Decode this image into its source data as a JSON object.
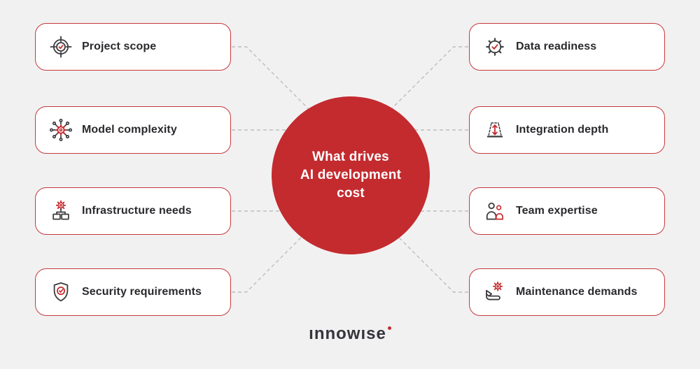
{
  "center": {
    "title": "What drives AI development cost",
    "line1": "What drives",
    "line2": "AI development",
    "line3": "cost"
  },
  "factors": {
    "left": [
      {
        "label": "Project scope",
        "icon": "target-scope-icon"
      },
      {
        "label": "Model complexity",
        "icon": "neural-network-gear-icon"
      },
      {
        "label": "Infrastructure needs",
        "icon": "gear-servers-icon"
      },
      {
        "label": "Security requirements",
        "icon": "shield-check-icon"
      }
    ],
    "right": [
      {
        "label": "Data readiness",
        "icon": "gear-check-icon"
      },
      {
        "label": "Integration depth",
        "icon": "depth-arrow-trapezoid-icon"
      },
      {
        "label": "Team expertise",
        "icon": "team-people-icon"
      },
      {
        "label": "Maintenance demands",
        "icon": "hand-gear-icon"
      }
    ]
  },
  "logo": {
    "text": "innowise",
    "display": "ınnowıse"
  },
  "colors": {
    "accent_red": "#c32b2f",
    "card_border": "#c5393c",
    "bg": "#f2f1f2",
    "text_dark": "#2a2a2e",
    "connector": "#bdbdbd",
    "icon_dark": "#3b3b3e",
    "logo_dark": "#35353b"
  }
}
